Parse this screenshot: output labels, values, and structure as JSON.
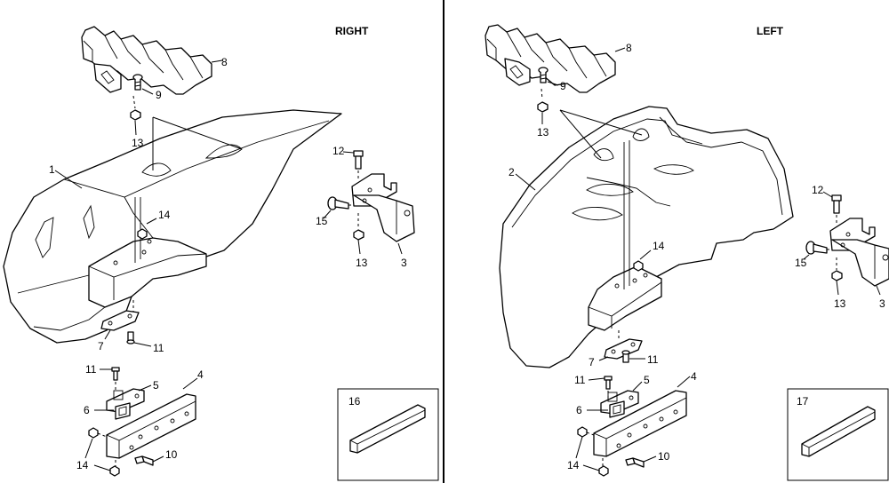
{
  "headers": {
    "right": "RIGHT",
    "left": "LEFT"
  },
  "callouts": {
    "r1": "1",
    "r3": "3",
    "r4": "4",
    "r5": "5",
    "r6": "6",
    "r7": "7",
    "r8": "8",
    "r9": "9",
    "r10": "10",
    "r11a": "11",
    "r11b": "11",
    "r12": "12",
    "r13a": "13",
    "r13b": "13",
    "r14a": "14",
    "r14b": "14",
    "r15": "15",
    "r16": "16",
    "l2": "2",
    "l3": "3",
    "l4": "4",
    "l5": "5",
    "l6": "6",
    "l7": "7",
    "l8": "8",
    "l9": "9",
    "l10": "10",
    "l11a": "11",
    "l11b": "11",
    "l12": "12",
    "l13a": "13",
    "l13b": "13",
    "l14a": "14",
    "l14b": "14",
    "l15": "15",
    "l17": "17"
  }
}
